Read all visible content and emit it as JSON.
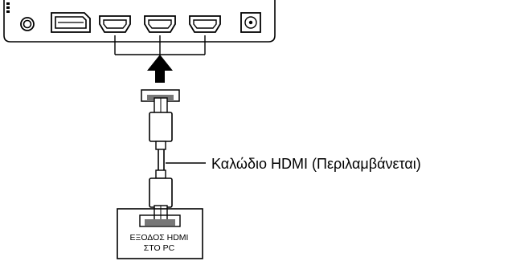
{
  "cable_label": "Καλώδιο HDMI (Περιλαμβάνεται)",
  "pc_output_label_line1": "ΕΞΟΔΟΣ HDMI",
  "pc_output_label_line2": "ΣΤΟ PC",
  "colors": {
    "stroke": "#000000",
    "port_fill": "#ffffff",
    "connector_tip": "#cfcfcf",
    "connector_tip_dark": "#777777"
  }
}
